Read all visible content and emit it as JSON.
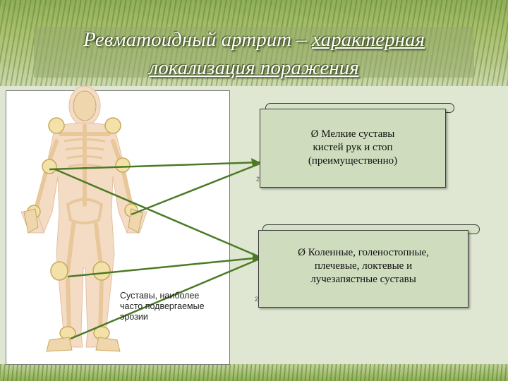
{
  "title": {
    "part1": "Ревматоидный артрит – ",
    "part2": "характерная",
    "part3": "локализация поражения"
  },
  "figure": {
    "caption_lines": [
      "Суставы, наиболее",
      "часто подвергаемые",
      "эрозии"
    ]
  },
  "boxes": [
    {
      "bullet": "Ø",
      "lines": [
        "Мелкие суставы",
        "кистей рук и стоп",
        "(преимущественно)"
      ],
      "page_mark": "2"
    },
    {
      "bullet": "Ø",
      "lines": [
        "Коленные, голеностопные,",
        "плечевые, локтевые и",
        "лучезапястные суставы"
      ],
      "page_mark": "2"
    }
  ],
  "colors": {
    "title_text": "#ffffff",
    "box_fill": "#cfdcbd",
    "arrow": "#4c7a24",
    "bone": "#e8c79a",
    "body": "#f4dcc4",
    "joint": "#f3e2a8"
  }
}
